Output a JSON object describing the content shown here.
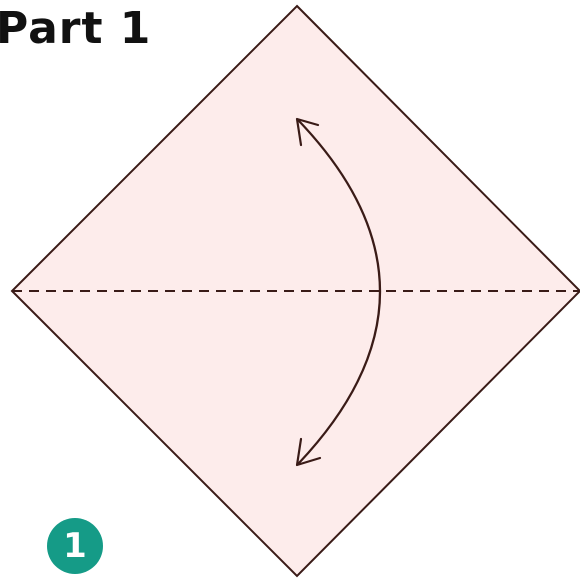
{
  "title": "Part 1",
  "step": {
    "number": "1",
    "color": "#159b87"
  },
  "paper": {
    "fill": "#fdeceb",
    "outline": "#3a1b17"
  },
  "fold_line": {
    "style": "dashed",
    "color": "#3a1b17"
  },
  "arrow": {
    "icon": "double-headed-curved-arrow-icon",
    "color": "#3a1b17"
  }
}
